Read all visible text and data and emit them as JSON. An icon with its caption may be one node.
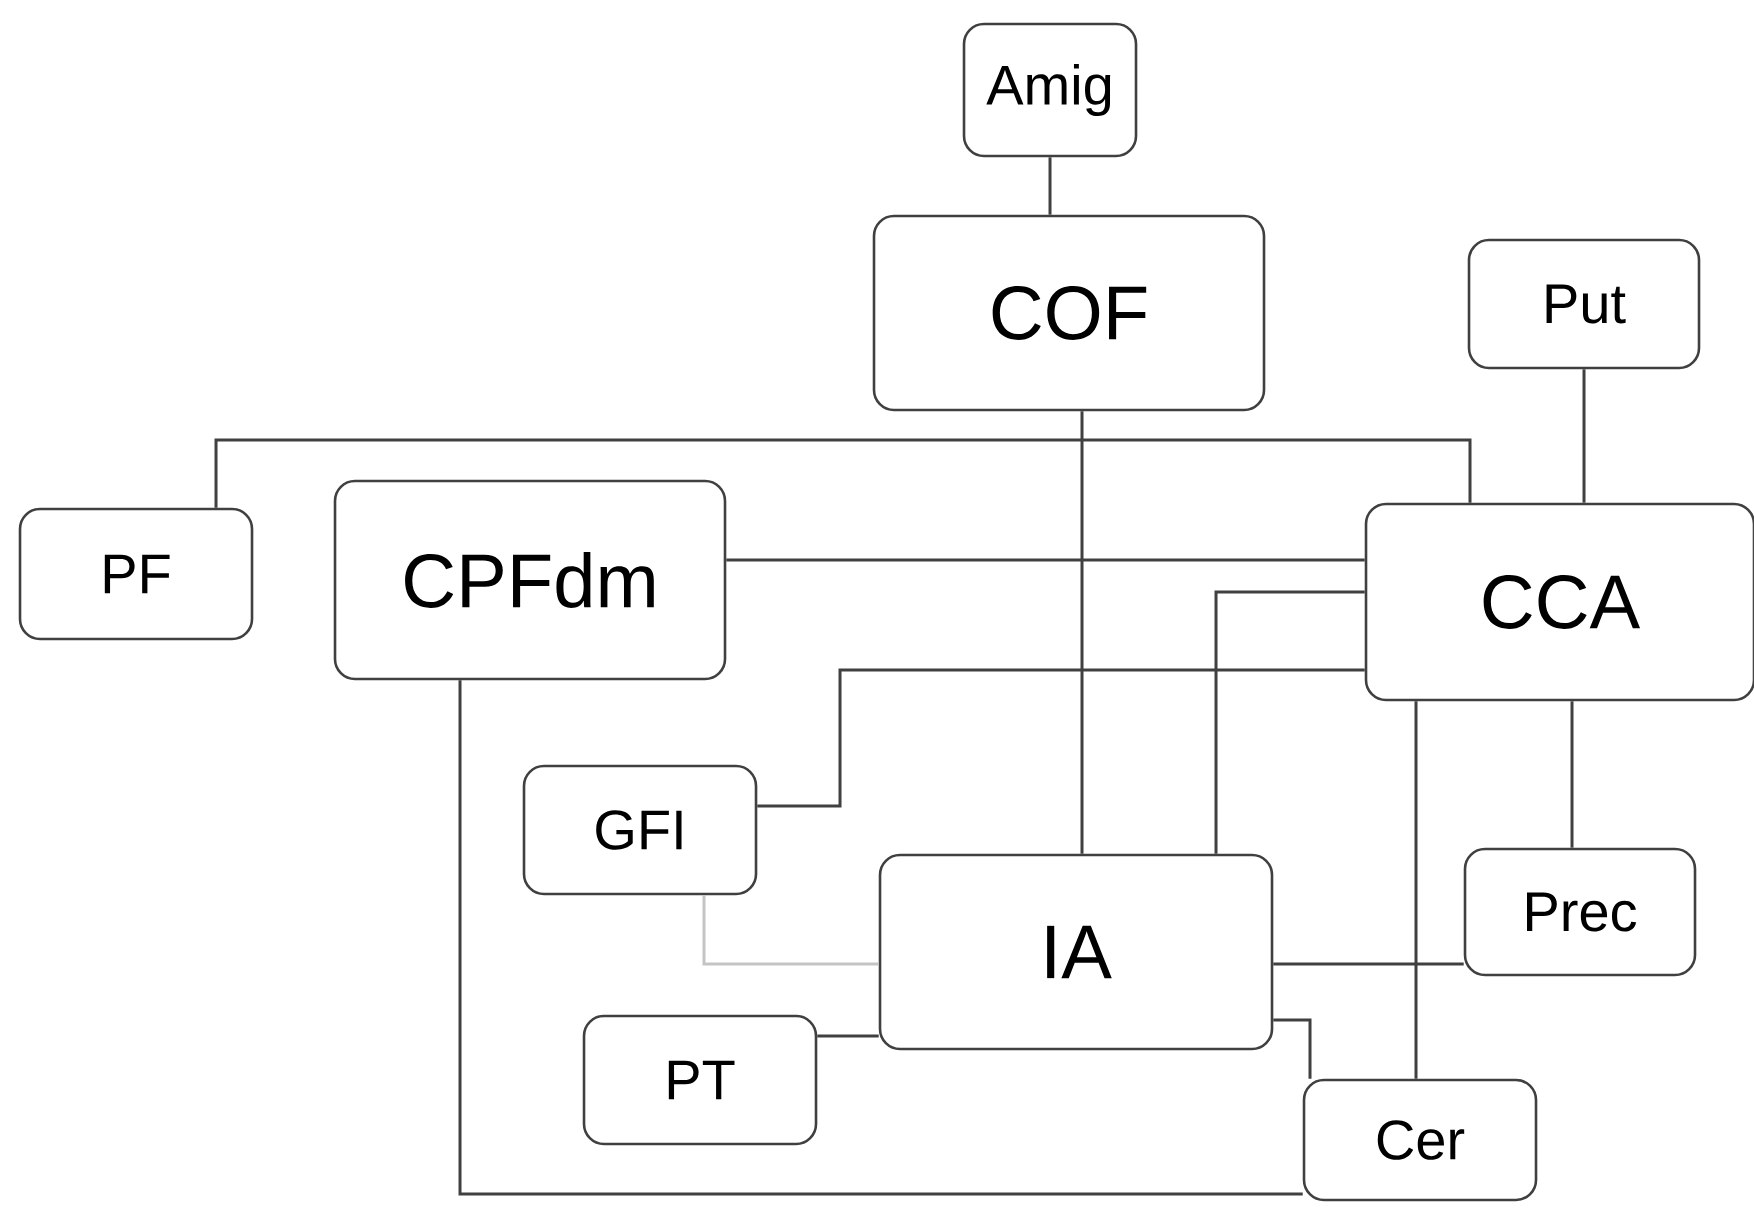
{
  "diagram": {
    "nodes": [
      {
        "text": [
          "Amig"
        ]
      },
      {
        "text": [
          "COF"
        ]
      },
      {
        "text": [
          "Put"
        ]
      },
      {
        "text": [
          "PF"
        ]
      },
      {
        "text": [
          "CPFdm"
        ]
      },
      {
        "text": [
          "CCA"
        ]
      },
      {
        "text": [
          "GFI"
        ]
      },
      {
        "text": [
          "IA"
        ]
      },
      {
        "text": [
          "Prec"
        ]
      },
      {
        "text": [
          "PT"
        ]
      },
      {
        "text": [
          "Cer"
        ]
      }
    ],
    "edges": [
      {
        "from": 0,
        "to": 1,
        "arrow": "none"
      },
      {
        "from": 3,
        "to": 5,
        "arrow": "none"
      },
      {
        "from": 2,
        "to": 5,
        "arrow": "none"
      },
      {
        "from": 4,
        "to": 5,
        "arrow": "none"
      },
      {
        "from": 1,
        "to": 7,
        "arrow": "none"
      },
      {
        "from": 7,
        "to": 5,
        "arrow": "none"
      },
      {
        "from": 6,
        "to": 5,
        "arrow": "none"
      },
      {
        "from": 6,
        "to": 7,
        "arrow": "none",
        "color": "#c4c4c4"
      },
      {
        "from": 9,
        "to": 7,
        "arrow": "none"
      },
      {
        "from": 7,
        "to": 8,
        "arrow": "none"
      },
      {
        "from": 7,
        "to": 10,
        "arrow": "none"
      },
      {
        "from": 5,
        "to": 10,
        "arrow": "none"
      },
      {
        "from": 5,
        "to": 8,
        "arrow": "none"
      },
      {
        "from": 4,
        "to": 10,
        "arrow": "none"
      }
    ]
  }
}
